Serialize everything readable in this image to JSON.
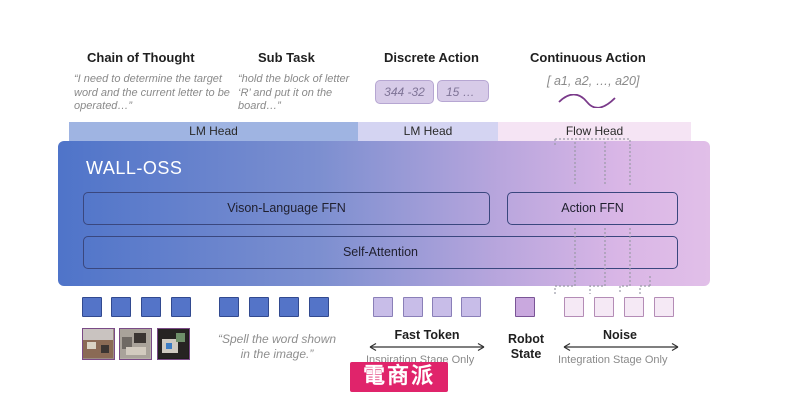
{
  "headers": {
    "cot": "Chain of Thought",
    "subtask": "Sub Task",
    "discrete": "Discrete Action",
    "continuous": "Continuous Action"
  },
  "quotes": {
    "cot": "“I need to determine the target word and the current letter to be operated…”",
    "subtask": "“hold the block of letter ‘R’ and put it on the board…”"
  },
  "discrete_chips": [
    "344 -32",
    "15 …"
  ],
  "continuous_formula": "[ a1, a2, …, a20]",
  "heads": {
    "lm_head_1": "LM Head",
    "lm_head_2": "LM Head",
    "flow_head": "Flow Head"
  },
  "model": {
    "name": "WALL-OSS",
    "vl_ffn": "Vison-Language FFN",
    "action_ffn": "Action FFN",
    "self_attention": "Self-Attention"
  },
  "bottom": {
    "prompt": "“Spell the word shown in the image.”",
    "fast_token": "Fast Token",
    "inspiration_only": "Inspiration Stage Only",
    "robot_state": "Robot State",
    "noise": "Noise",
    "integration_only": "Integration Stage Only"
  },
  "watermark": "電商派",
  "colors": {
    "vl_blue": "#4f74c9",
    "action_purple": "#d9b6e6",
    "token_blue": "#5474c8",
    "fast_token": "#c8bde8",
    "robot_state": "#c9a8de",
    "noise": "#f5e9f5",
    "watermark": "#e0246b"
  }
}
